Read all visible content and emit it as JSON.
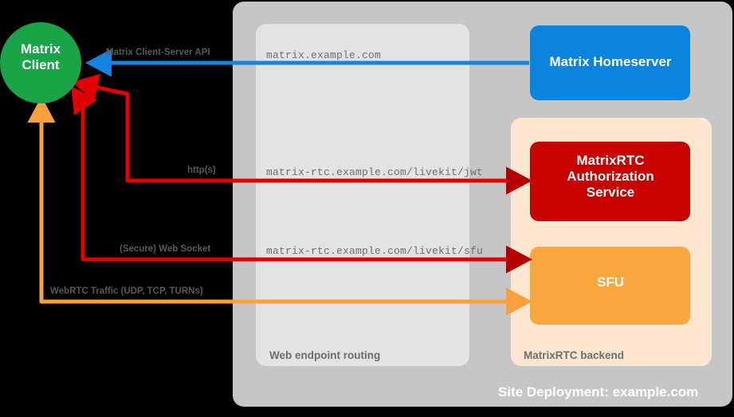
{
  "diagram": {
    "title": "Site Deployment: example.com",
    "background_color": "#000000",
    "site_container": {
      "label": "Site Deployment: example.com",
      "color": "#c6c6c6"
    },
    "groups": [
      {
        "name": "web-endpoint-routing",
        "label": "Web endpoint routing",
        "color": "#e3e3e3"
      },
      {
        "name": "matrixrtc-backend",
        "label": "MatrixRTC backend",
        "color": "#fce6cf"
      }
    ],
    "nodes": [
      {
        "name": "matrix-client",
        "label": "Matrix\nClient",
        "line1": "Matrix",
        "line2": "Client",
        "shape": "circle",
        "color": "#19a447"
      },
      {
        "name": "matrix-homeserver",
        "label": "Matrix Homeserver",
        "shape": "rounded-rect",
        "color": "#0b84e0"
      },
      {
        "name": "matrixrtc-authorization-service",
        "label": "MatrixRTC Authorization Service",
        "line1": "MatrixRTC",
        "line2": "Authorization",
        "line3": "Service",
        "shape": "rounded-rect",
        "color": "#c70000"
      },
      {
        "name": "sfu",
        "label": "SFU",
        "shape": "rounded-rect",
        "color": "#f7a73d"
      }
    ],
    "endpoints": [
      {
        "name": "endpoint-matrix",
        "text": "matrix.example.com"
      },
      {
        "name": "endpoint-livekit-jwt",
        "text": "matrix-rtc.example.com/livekit/jwt"
      },
      {
        "name": "endpoint-livekit-sfu",
        "text": "matrix-rtc.example.com/livekit/sfu"
      }
    ],
    "connections": [
      {
        "name": "conn-client-server-api",
        "label": "Matrix Client-Server API",
        "color": "#1783e0",
        "from": "matrix-homeserver",
        "to": "matrix-client"
      },
      {
        "name": "conn-https",
        "label": "http(s)",
        "color": "#e00000",
        "from": "matrixrtc-authorization-service",
        "to": "matrix-client"
      },
      {
        "name": "conn-websocket",
        "label": "(Secure) Web Socket",
        "color": "#e00000",
        "from": "sfu",
        "to": "matrix-client"
      },
      {
        "name": "conn-webrtc",
        "label": "WebRTC Traffic (UDP, TCP, TURNs)",
        "color": "#f9a03c",
        "from": "sfu",
        "to": "matrix-client"
      }
    ]
  }
}
